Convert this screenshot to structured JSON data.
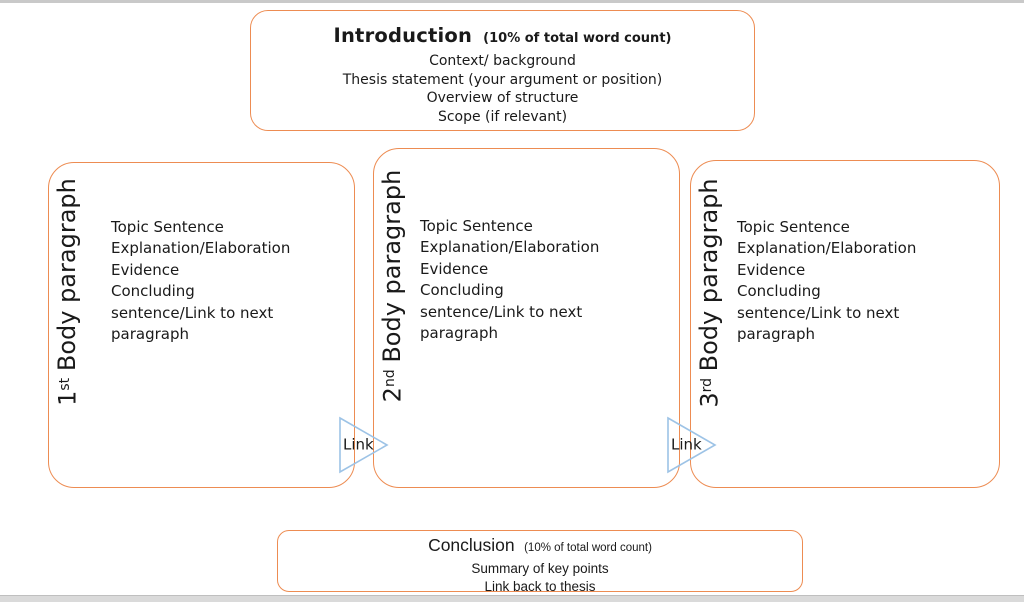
{
  "colors": {
    "box_border_orange": "#ed8c52",
    "link_arrow_blue": "#9dc3e6",
    "text": "#1a1a1a",
    "edge_strip_gray": "#c9c9c9"
  },
  "introduction": {
    "title": "Introduction",
    "subtitle": "(10% of total word count)",
    "lines": [
      "Context/ background",
      "Thesis statement (your argument or position)",
      "Overview of structure",
      "Scope (if relevant)"
    ]
  },
  "body_paragraphs": [
    {
      "label_number": "1",
      "label_ordinal": "st",
      "label_text": "Body paragraph",
      "lines": [
        "Topic Sentence",
        "Explanation/Elaboration",
        "Evidence",
        "Concluding",
        "sentence/Link to next",
        "paragraph"
      ]
    },
    {
      "label_number": "2",
      "label_ordinal": "nd",
      "label_text": "Body paragraph",
      "lines": [
        "Topic Sentence",
        "Explanation/Elaboration",
        "Evidence",
        "Concluding",
        "sentence/Link to next",
        "paragraph"
      ]
    },
    {
      "label_number": "3",
      "label_ordinal": "rd",
      "label_text": "Body paragraph",
      "lines": [
        "Topic Sentence",
        "Explanation/Elaboration",
        "Evidence",
        "Concluding",
        "sentence/Link to next",
        "paragraph"
      ]
    }
  ],
  "links": [
    {
      "label": "Link"
    },
    {
      "label": "Link"
    }
  ],
  "conclusion": {
    "title": "Conclusion",
    "subtitle": "(10% of total word count)",
    "lines": [
      "Summary of key points",
      "Link back to thesis"
    ]
  }
}
